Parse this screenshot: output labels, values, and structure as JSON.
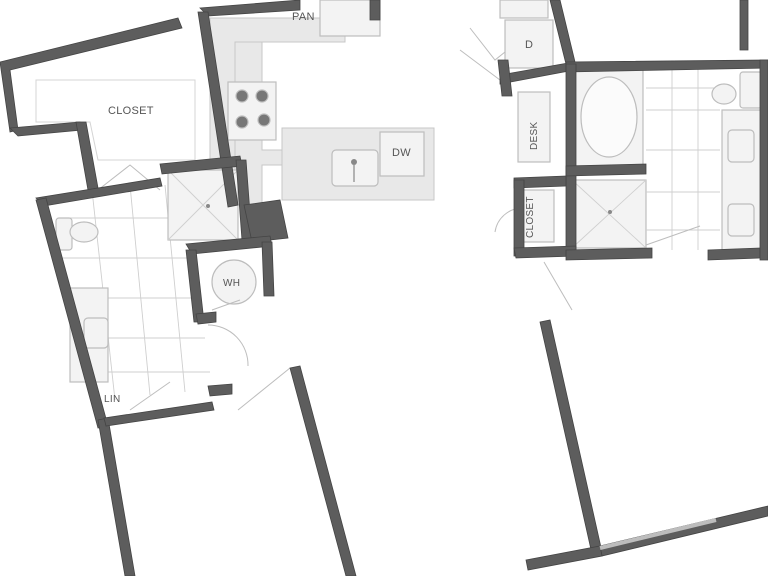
{
  "labels": {
    "pantry": "PAN",
    "closet_left": "CLOSET",
    "dishwasher": "DW",
    "water_heater": "WH",
    "linen": "LIN",
    "desk": "DESK",
    "closet_right": "CLOSET",
    "dryer": "D"
  },
  "colors": {
    "wall": "#5d5d5d",
    "counter": "#e8e8e8",
    "fixture": "#f3f3f3",
    "line": "#cfcfcf"
  }
}
